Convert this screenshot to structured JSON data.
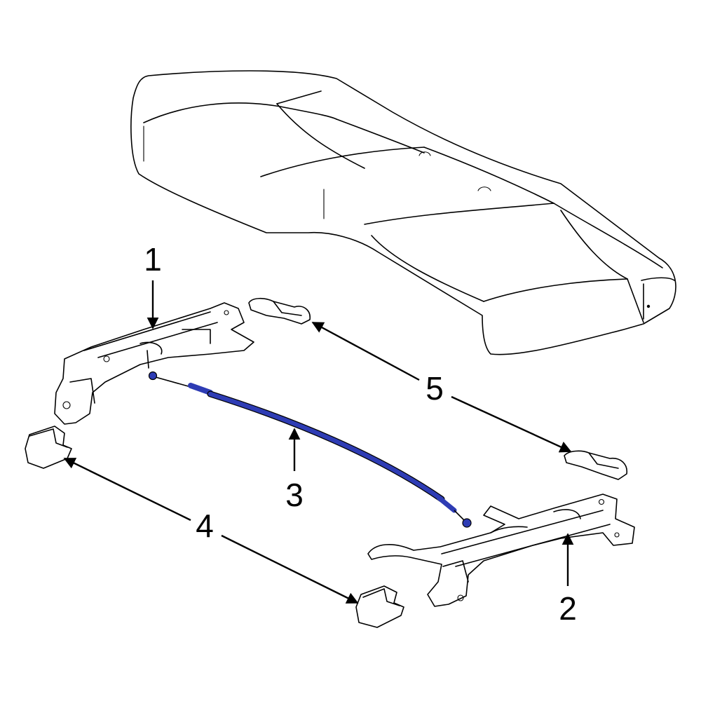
{
  "callouts": {
    "c1": "1",
    "c2": "2",
    "c3": "3",
    "c4": "4",
    "c5": "5"
  },
  "colors": {
    "highlight": "#2e3cb4",
    "line": "#000000",
    "background": "#ffffff"
  }
}
